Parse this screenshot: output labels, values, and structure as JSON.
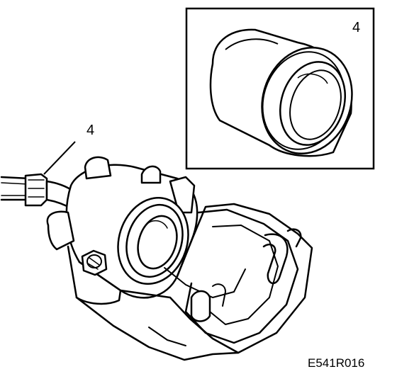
{
  "inset": {
    "callout": "4"
  },
  "main": {
    "callout": "4"
  },
  "figure_code": "E541R016",
  "colors": {
    "ink": "#000000",
    "paper": "#ffffff",
    "shade": "#c8c8c8"
  }
}
